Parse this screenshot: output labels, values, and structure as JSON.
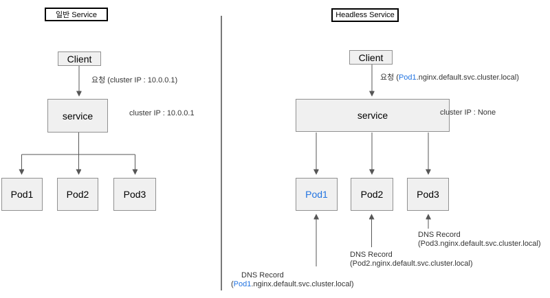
{
  "colors": {
    "accent_blue": "#2173e1",
    "node_fill": "#f0f0f0",
    "node_border": "#909090",
    "line": "#565656",
    "text": "#333333",
    "title_border": "#000000"
  },
  "left_panel": {
    "title": "일반 Service",
    "client_label": "Client",
    "request_label": "요청 (cluster IP : 10.0.0.1)",
    "service_label": "service",
    "cluster_ip_label": "cluster IP : 10.0.0.1",
    "pods": [
      "Pod1",
      "Pod2",
      "Pod3"
    ]
  },
  "right_panel": {
    "title": "Headless Service",
    "client_label": "Client",
    "request_prefix": "요청 (",
    "request_pod": "Pod1",
    "request_suffix": ".nginx.default.svc.cluster.local)",
    "service_label": "service",
    "cluster_ip_label": "cluster IP : None",
    "highlighted_pod": "Pod1",
    "pods": [
      "Pod1",
      "Pod2",
      "Pod3"
    ],
    "dns_records": [
      {
        "title": "DNS Record",
        "prefix": "(",
        "pod": "Pod1",
        "suffix": ".nginx.default.svc.cluster.local)"
      },
      {
        "title": "DNS Record",
        "full": "(Pod2.nginx.default.svc.cluster.local)"
      },
      {
        "title": "DNS Record",
        "full": "(Pod3.nginx.default.svc.cluster.local)"
      }
    ]
  }
}
